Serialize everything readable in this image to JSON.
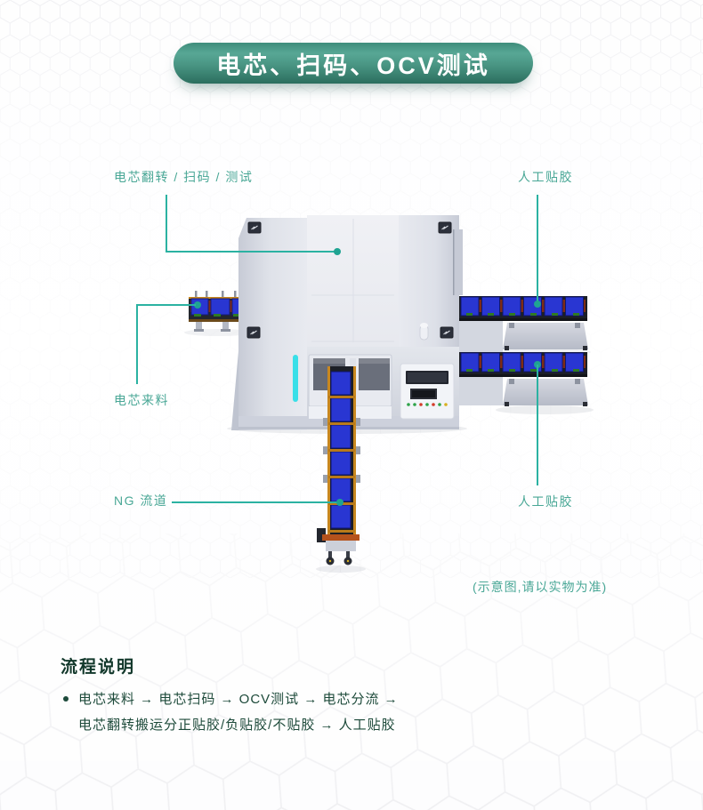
{
  "banner": {
    "title": "电芯、扫码、OCV测试"
  },
  "callouts": {
    "flip_scan_test": {
      "label": "电芯翻转 / 扫码 / 测试"
    },
    "manual_taping_top": {
      "label": "人工贴胶"
    },
    "cell_incoming": {
      "label": "电芯来料"
    },
    "ng_channel": {
      "label": "NG 流道"
    },
    "manual_taping_bottom": {
      "label": "人工贴胶"
    }
  },
  "disclaimer": "(示意图,请以实物为准)",
  "flow": {
    "heading": "流程说明",
    "lines": [
      "电芯来料 → 电芯扫码 → OCV测试 → 电芯分流 →",
      "电芯翻转搬运分正贴胶/负贴胶/不贴胶 → 人工贴胶"
    ]
  },
  "colors": {
    "banner_gradient_light": "#58a795",
    "banner_gradient_dark": "#2b6e5e",
    "callout_line_teal": "#2bb2a2",
    "callout_label_teal": "#49a796",
    "flow_text_dark_green": "#1d4a3a",
    "cell_blue": "#2936d2",
    "cyan_accent_strip": "#39dfe8",
    "machine_gray": "#d9dce4",
    "conveyor_rail_orange": "#c8871f"
  }
}
